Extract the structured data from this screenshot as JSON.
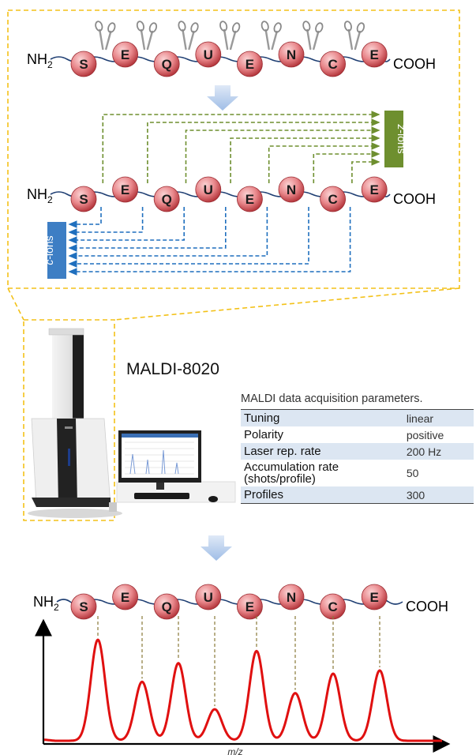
{
  "peptide": {
    "n_term": "NH",
    "n_term_sub": "2",
    "c_term": "COOH",
    "residues": [
      "S",
      "E",
      "Q",
      "U",
      "E",
      "N",
      "C",
      "E"
    ]
  },
  "ions": {
    "c_label_italic": "c",
    "c_label_rest": "-ions",
    "z_label_italic": "z",
    "z_label_rest": "-ions"
  },
  "instrument": {
    "title": "MALDI-8020",
    "caption": "MALDI data acquisition parameters.",
    "parameters": [
      {
        "name": "Tuning",
        "value": "linear"
      },
      {
        "name": "Polarity",
        "value": "positive"
      },
      {
        "name": "Laser rep. rate",
        "value": "200 Hz"
      },
      {
        "name": "Accumulation rate",
        "name2": "(shots/profile)",
        "value": "50"
      },
      {
        "name": "Profiles",
        "value": "300"
      }
    ]
  },
  "spectrum": {
    "xlabel": "m/z",
    "relative_peak_heights": [
      1.0,
      0.48,
      0.71,
      0.14,
      0.86,
      0.34,
      0.58,
      0.62
    ]
  },
  "colors": {
    "bead": "#e8868a",
    "bead_dark": "#c0393f",
    "frame": "#f3c118",
    "c_ion": "#1f6fbe",
    "z_ion": "#6e8f2f",
    "c_box": "#3d7ec4",
    "z_box": "#6e8f2f",
    "spectrum_line": "#e01010",
    "arrow": "#a9c4e8"
  }
}
